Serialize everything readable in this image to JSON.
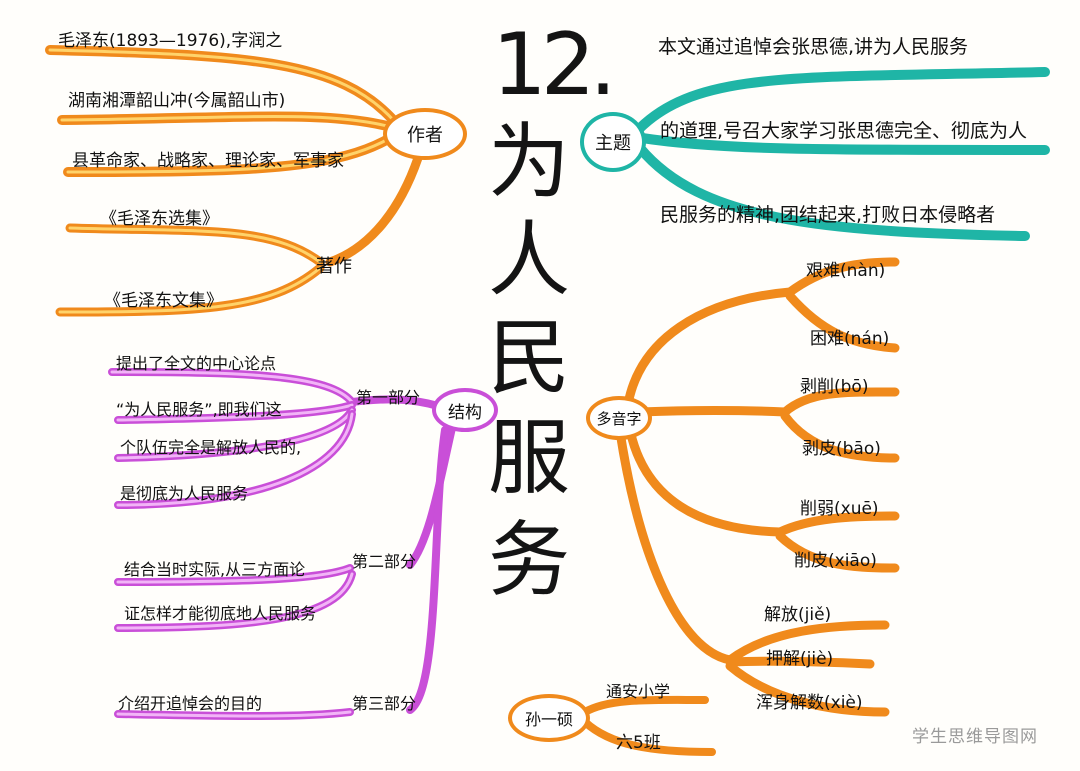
{
  "title": {
    "number": "12.",
    "chars": [
      "为",
      "人",
      "民",
      "服",
      "务"
    ]
  },
  "colors": {
    "orange": "#f08a1c",
    "orange_light": "#ffd36a",
    "teal": "#1fb5a6",
    "purple": "#c94fd8",
    "purple_light": "#f2b4f7"
  },
  "author": {
    "node": "作者",
    "lines": [
      "毛泽东(1893—1976),字润之",
      "湖南湘潭韶山冲(今属韶山市)",
      "县革命家、战略家、理论家、军事家"
    ],
    "works_node": "著作",
    "works": [
      "《毛泽东选集》",
      "《毛泽东文集》"
    ]
  },
  "theme": {
    "node": "主题",
    "lines": [
      "本文通过追悼会张思德,讲为人民服务",
      "的道理,号召大家学习张思德完全、彻底为人",
      "民服务的精神,团结起来,打败日本侵略者"
    ]
  },
  "structure": {
    "node": "结构",
    "parts": [
      {
        "label": "第一部分",
        "lines": [
          "提出了全文的中心论点",
          "“为人民服务”,即我们这",
          "个队伍完全是解放人民的,",
          "是彻底为人民服务"
        ]
      },
      {
        "label": "第二部分",
        "lines": [
          "结合当时实际,从三方面论",
          "证怎样才能彻底地人民服务"
        ]
      },
      {
        "label": "第三部分",
        "lines": [
          "介绍开追悼会的目的"
        ]
      }
    ]
  },
  "polyphone": {
    "node": "多音字",
    "items": [
      "艰难(nàn)",
      "困难(nán)",
      "剥削(bō)",
      "剥皮(bāo)",
      "削弱(xuē)",
      "削皮(xiāo)",
      "解放(jiě)",
      "押解(jiè)",
      "浑身解数(xiè)"
    ]
  },
  "signature": {
    "name": "孙一硕",
    "school": "通安小学",
    "class": "六5班"
  },
  "watermark": "学生思维导图网"
}
